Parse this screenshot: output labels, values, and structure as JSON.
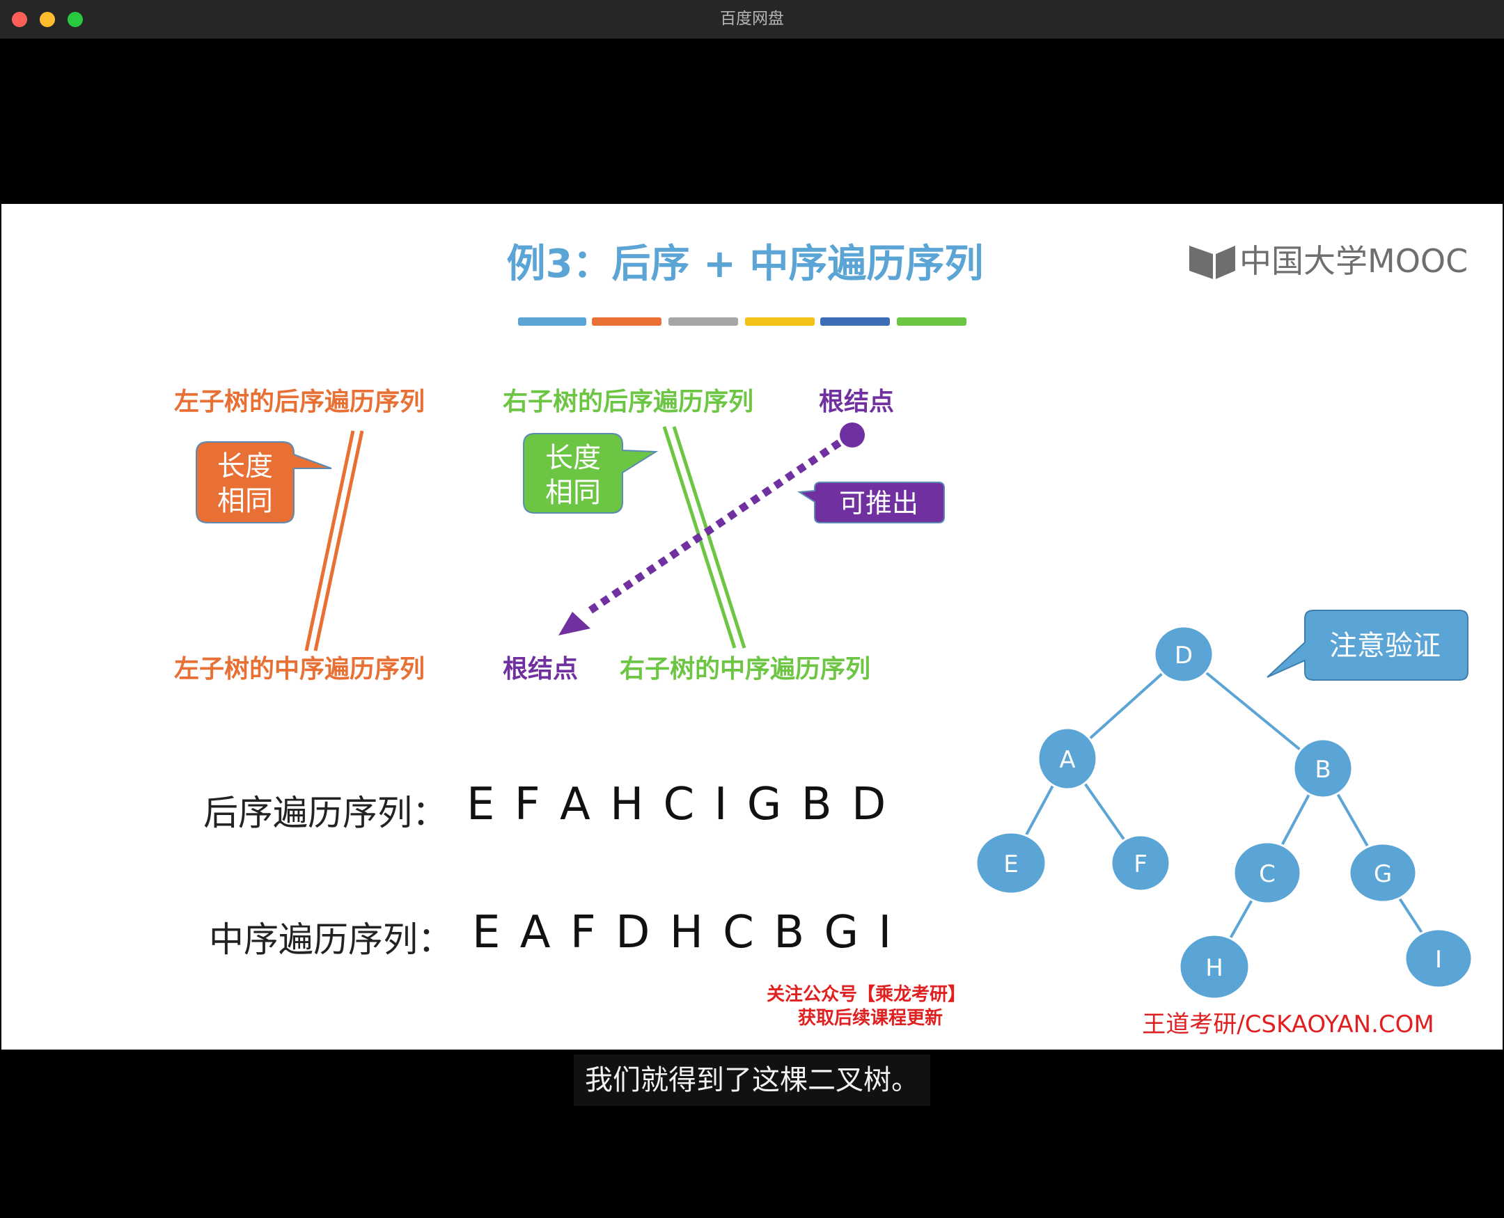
{
  "window": {
    "title": "百度网盘"
  },
  "slide": {
    "title": "例3：后序 + 中序遍历序列",
    "title_bar_colors": [
      "#5ba4d6",
      "#e87034",
      "#a6a6a6",
      "#f2c316",
      "#3d6db5",
      "#6cc644"
    ],
    "logo_text": "中国大学MOOC",
    "top": {
      "left_post": "左子树的后序遍历序列",
      "right_post": "右子树的后序遍历序列",
      "root_post": "根结点"
    },
    "bottom": {
      "left_in": "左子树的中序遍历序列",
      "root_in": "根结点",
      "right_in": "右子树的中序遍历序列"
    },
    "callouts": {
      "orange_line1": "长度",
      "orange_line2": "相同",
      "green_line1": "长度",
      "green_line2": "相同",
      "purple": "可推出",
      "verify": "注意验证"
    },
    "sequences": {
      "post_label": "后序遍历序列：",
      "post_values": "E F A H C I G B D",
      "in_label": "中序遍历序列：",
      "in_values": "E A F D H C B G I"
    },
    "tree": {
      "nodes": [
        {
          "label": "D"
        },
        {
          "label": "A"
        },
        {
          "label": "B"
        },
        {
          "label": "E"
        },
        {
          "label": "F"
        },
        {
          "label": "C"
        },
        {
          "label": "G"
        },
        {
          "label": "H"
        },
        {
          "label": "I"
        }
      ]
    },
    "watermark": {
      "line1": "关注公众号【乘龙考研】",
      "line2": "获取后续课程更新",
      "site": "王道考研/CSKAOYAN.COM"
    },
    "colors": {
      "orange": "#e87034",
      "green": "#6cc644",
      "purple": "#7030a0",
      "blue": "#5ba4d6",
      "title_blue": "#5ba4d6",
      "red": "#e02020"
    }
  },
  "subtitle": "我们就得到了这棵二叉树。"
}
